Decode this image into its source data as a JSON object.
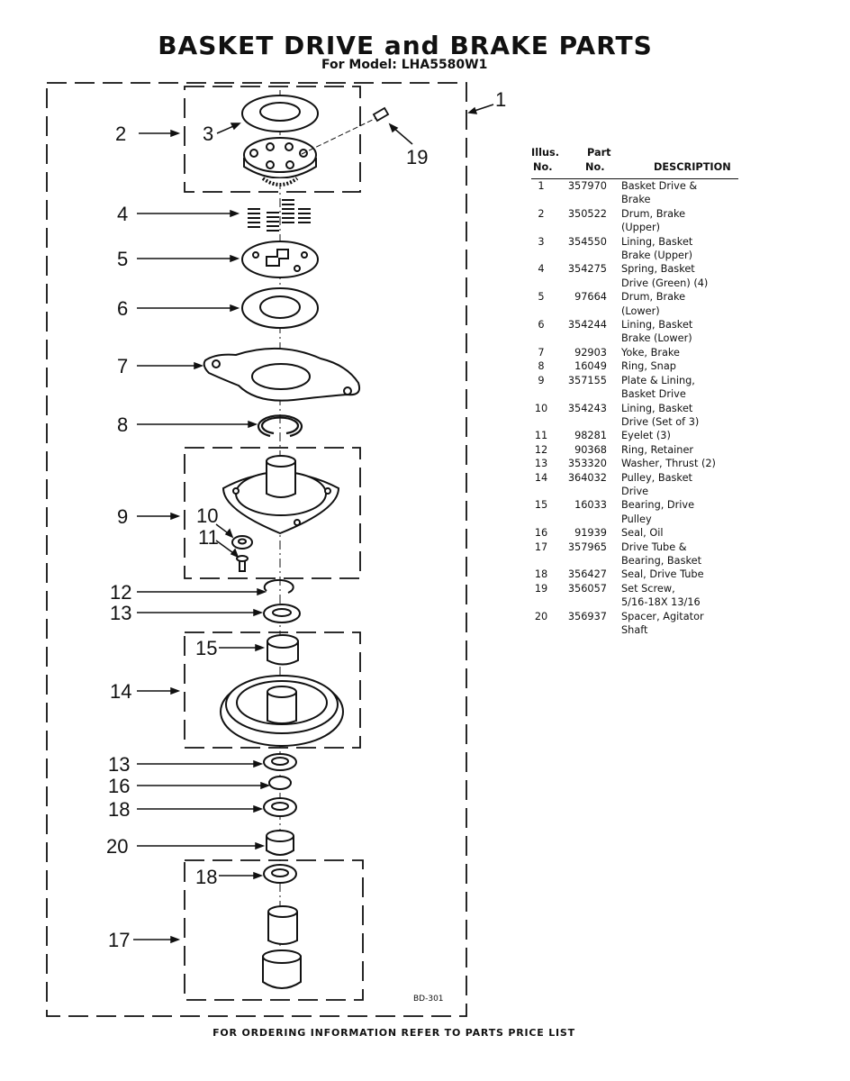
{
  "title": "BASKET DRIVE and BRAKE PARTS",
  "subtitle": "For Model: LHA5580W1",
  "footer": "FOR ORDERING INFORMATION REFER TO PARTS PRICE LIST",
  "drawing_code": "BD-301",
  "table": {
    "headers": {
      "illus": [
        "Illus.",
        "No."
      ],
      "part": [
        "Part",
        "No."
      ],
      "desc": "DESCRIPTION"
    },
    "rows": [
      {
        "no": "1",
        "part": "357970",
        "desc": [
          "Basket Drive &",
          "Brake"
        ]
      },
      {
        "no": "2",
        "part": "350522",
        "desc": [
          "Drum, Brake",
          "(Upper)"
        ]
      },
      {
        "no": "3",
        "part": "354550",
        "desc": [
          "Lining, Basket",
          "Brake (Upper)"
        ]
      },
      {
        "no": "4",
        "part": "354275",
        "desc": [
          "Spring, Basket",
          "Drive (Green) (4)"
        ]
      },
      {
        "no": "5",
        "part": "97664",
        "desc": [
          "Drum, Brake",
          "(Lower)"
        ]
      },
      {
        "no": "6",
        "part": "354244",
        "desc": [
          "Lining, Basket",
          "Brake (Lower)"
        ]
      },
      {
        "no": "7",
        "part": "92903",
        "desc": [
          "Yoke, Brake"
        ]
      },
      {
        "no": "8",
        "part": "16049",
        "desc": [
          "Ring, Snap"
        ]
      },
      {
        "no": "9",
        "part": "357155",
        "desc": [
          "Plate & Lining,",
          "Basket Drive"
        ]
      },
      {
        "no": "10",
        "part": "354243",
        "desc": [
          "Lining, Basket",
          "Drive (Set of 3)"
        ]
      },
      {
        "no": "11",
        "part": "98281",
        "desc": [
          "Eyelet (3)"
        ]
      },
      {
        "no": "12",
        "part": "90368",
        "desc": [
          "Ring, Retainer"
        ]
      },
      {
        "no": "13",
        "part": "353320",
        "desc": [
          "Washer, Thrust (2)"
        ]
      },
      {
        "no": "14",
        "part": "364032",
        "desc": [
          "Pulley, Basket",
          "Drive"
        ]
      },
      {
        "no": "15",
        "part": "16033",
        "desc": [
          "Bearing, Drive",
          "Pulley"
        ]
      },
      {
        "no": "16",
        "part": "91939",
        "desc": [
          "Seal, Oil"
        ]
      },
      {
        "no": "17",
        "part": "357965",
        "desc": [
          "Drive Tube &",
          "Bearing, Basket"
        ]
      },
      {
        "no": "18",
        "part": "356427",
        "desc": [
          "Seal, Drive Tube"
        ]
      },
      {
        "no": "19",
        "part": "356057",
        "desc": [
          "Set Screw,",
          "5/16-18X 13/16"
        ]
      },
      {
        "no": "20",
        "part": "356937",
        "desc": [
          "Spacer, Agitator",
          "Shaft"
        ]
      }
    ]
  },
  "callouts": [
    {
      "label": "1"
    },
    {
      "label": "2"
    },
    {
      "label": "3"
    },
    {
      "label": "19"
    },
    {
      "label": "4"
    },
    {
      "label": "5"
    },
    {
      "label": "6"
    },
    {
      "label": "7"
    },
    {
      "label": "8"
    },
    {
      "label": "9"
    },
    {
      "label": "10"
    },
    {
      "label": "11"
    },
    {
      "label": "12"
    },
    {
      "label": "13"
    },
    {
      "label": "15"
    },
    {
      "label": "14"
    },
    {
      "label": "13"
    },
    {
      "label": "16"
    },
    {
      "label": "18"
    },
    {
      "label": "20"
    },
    {
      "label": "18"
    },
    {
      "label": "17"
    }
  ]
}
